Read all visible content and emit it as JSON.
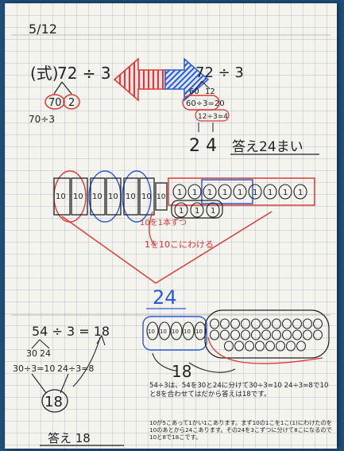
{
  "date": "5/12",
  "colors": {
    "red": "#dd3a33",
    "blue": "#2a5bd7",
    "ink": "#222222"
  },
  "problem1": {
    "prefix": "(式)",
    "expression": "72 ÷ 3",
    "split_left": "70",
    "split_right": "2",
    "sub_step": "70÷3",
    "right_expression": "72 ÷ 3",
    "right_split_a": "60",
    "right_split_b": "12",
    "step_a": "60÷3=20",
    "step_b": "12÷3=4",
    "digits": "2 4",
    "answer": "答え24まい"
  },
  "diagram1": {
    "ten_blocks": [
      "10",
      "10",
      "10",
      "10",
      "10",
      "10",
      "10"
    ],
    "one_circles": [
      "1",
      "1",
      "1",
      "1",
      "1",
      "1",
      "1",
      "1",
      "1",
      "1",
      "1",
      "1"
    ],
    "note_line1": "10を1本ずつ",
    "note_line2": "1を10こにわける",
    "result": "24"
  },
  "problem2": {
    "equation": "54 ÷ 3 = 18",
    "split_a": "30",
    "split_b": "24",
    "step_a": "30÷3=10",
    "step_b": "24÷3=8",
    "result": "18",
    "answer": "答え 18"
  },
  "diagram2": {
    "ten_blocks": [
      "10",
      "10",
      "10",
      "10",
      "10"
    ],
    "label": "18"
  },
  "notes": {
    "note1": "54÷3は、54を30と24に分けて30÷3=10 24÷3=8で10と8を合わせてはだから答えは18です。",
    "note2": "10が5こあって1かい1こあります。まず10の1こを1こ(1)にわけたのを10のあとから24こあります。その24を3こずつに分けて8こになるので10と8で18こです。"
  }
}
